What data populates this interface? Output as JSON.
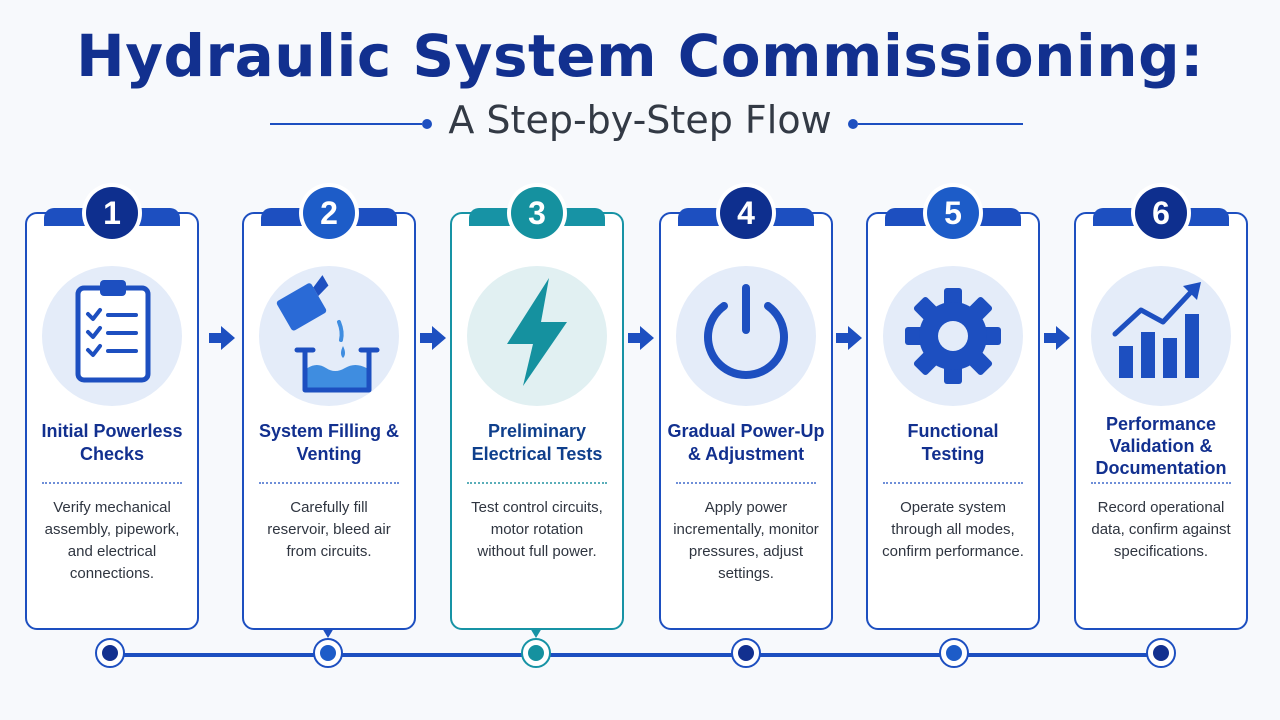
{
  "header": {
    "title": "Hydraulic System Commissioning:",
    "subtitle": "A Step-by-Step Flow"
  },
  "colors": {
    "primary": "#12308f",
    "accent_blue": "#1d4fc0",
    "teal": "#1793a5",
    "icon_bg": "#e4ecf9"
  },
  "steps": [
    {
      "number": "1",
      "title_line1": "Initial Powerless",
      "title_line2": "Checks",
      "title_line3": "",
      "desc_line1": "Verify mechanical",
      "desc_line2": "assembly, pipework,",
      "desc_line3": "and electrical",
      "desc_line4": "connections.",
      "icon": "clipboard-checklist-icon"
    },
    {
      "number": "2",
      "title_line1": "System Filling &",
      "title_line2": "Venting",
      "title_line3": "",
      "desc_line1": "Carefully fill",
      "desc_line2": "reservoir, bleed air",
      "desc_line3": "from circuits.",
      "desc_line4": "",
      "icon": "fluid-pouring-icon"
    },
    {
      "number": "3",
      "title_line1": "Preliminary",
      "title_line2": "Electrical Tests",
      "title_line3": "",
      "desc_line1": "Test control circuits,",
      "desc_line2": "motor rotation",
      "desc_line3": "without full power.",
      "desc_line4": "",
      "icon": "lightning-bolt-icon"
    },
    {
      "number": "4",
      "title_line1": "Gradual Power-Up",
      "title_line2": "& Adjustment",
      "title_line3": "",
      "desc_line1": "Apply power",
      "desc_line2": "incrementally, monitor",
      "desc_line3": "pressures, adjust",
      "desc_line4": "settings.",
      "icon": "power-icon"
    },
    {
      "number": "5",
      "title_line1": "Functional",
      "title_line2": "Testing",
      "title_line3": "",
      "desc_line1": "Operate system",
      "desc_line2": "through all modes,",
      "desc_line3": "confirm performance.",
      "desc_line4": "",
      "icon": "gear-icon"
    },
    {
      "number": "6",
      "title_line1": "Performance",
      "title_line2": "Validation &",
      "title_line3": "Documentation",
      "desc_line1": "Record operational",
      "desc_line2": "data, confirm against",
      "desc_line3": "specifications.",
      "desc_line4": "",
      "icon": "growth-chart-icon"
    }
  ]
}
